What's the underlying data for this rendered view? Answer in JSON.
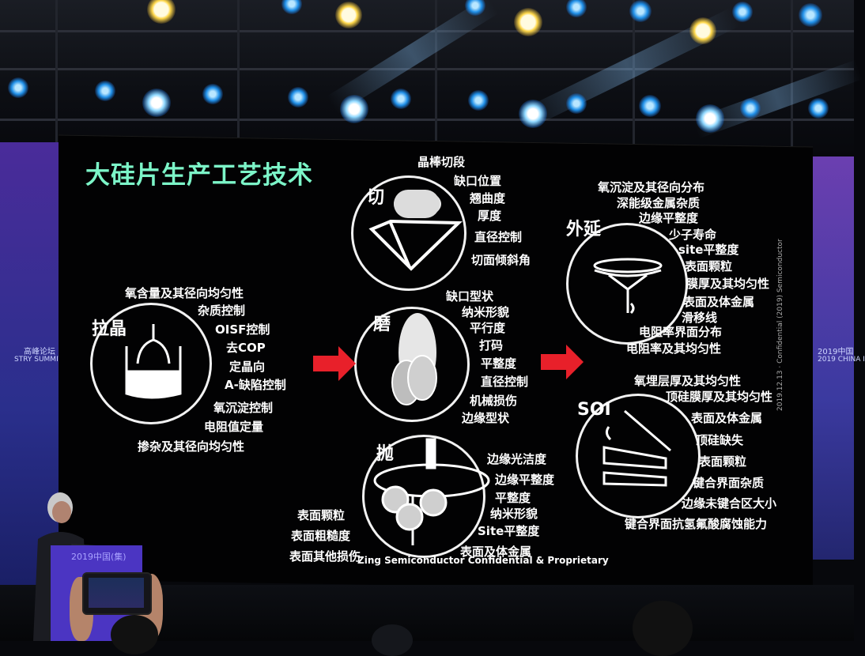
{
  "slide": {
    "title": "大硅片生产工艺技术",
    "footer": "Zing Semiconductor Confidential & Proprietary",
    "vertical_note": "2019.12.13 · Confidential (2019) Semiconductor"
  },
  "side_screens": {
    "left_text_1": "高峰论坛",
    "left_text_2": "STRY SUMMIT",
    "right_text_1": "2019中国",
    "right_text_2": "2019 CHINA I"
  },
  "podium_text": "2019中国(集)",
  "sections": {
    "pull": {
      "label": "拉晶",
      "items": [
        "氧含量及其径向均匀性",
        "杂质控制",
        "OISF控制",
        "去COP",
        "定晶向",
        "A-缺陷控制",
        "氧沉淀控制",
        "电阻值定量",
        "掺杂及其径向均匀性"
      ]
    },
    "cut": {
      "label": "切",
      "items": [
        "晶棒切段",
        "缺口位置",
        "翘曲度",
        "厚度",
        "直径控制",
        "切面倾斜角"
      ]
    },
    "grind": {
      "label": "磨",
      "items": [
        "缺口型状",
        "纳米形貌",
        "平行度",
        "打码",
        "平整度",
        "直径控制",
        "机械损伤",
        "边缘型状"
      ]
    },
    "polish": {
      "label": "抛",
      "items_right": [
        "边缘光洁度",
        "边缘平整度",
        "平整度",
        "纳米形貌",
        "Site平整度",
        "表面及体金属"
      ],
      "items_left": [
        "表面颗粒",
        "表面粗糙度",
        "表面其他损伤"
      ]
    },
    "epi": {
      "label": "外延",
      "items": [
        "氧沉淀及其径向分布",
        "深能级金属杂质",
        "边缘平整度",
        "少子寿命",
        "site平整度",
        "表面颗粒",
        "膜厚及其均匀性",
        "表面及体金属",
        "滑移线",
        "电阻率界面分布",
        "电阻率及其均匀性"
      ]
    },
    "soi": {
      "label": "SOI",
      "items": [
        "氧埋层厚及其均匀性",
        "顶硅膜厚及其均匀性",
        "表面及体金属",
        "顶硅缺失",
        "表面颗粒",
        "键合界面杂质",
        "边缘未键合区大小",
        "键合界面抗氢氟酸腐蚀能力"
      ]
    }
  },
  "colors": {
    "title": "#7cf5c8",
    "arrow": "#e8202a",
    "text": "#ffffff",
    "podium": "#4b35c2"
  }
}
